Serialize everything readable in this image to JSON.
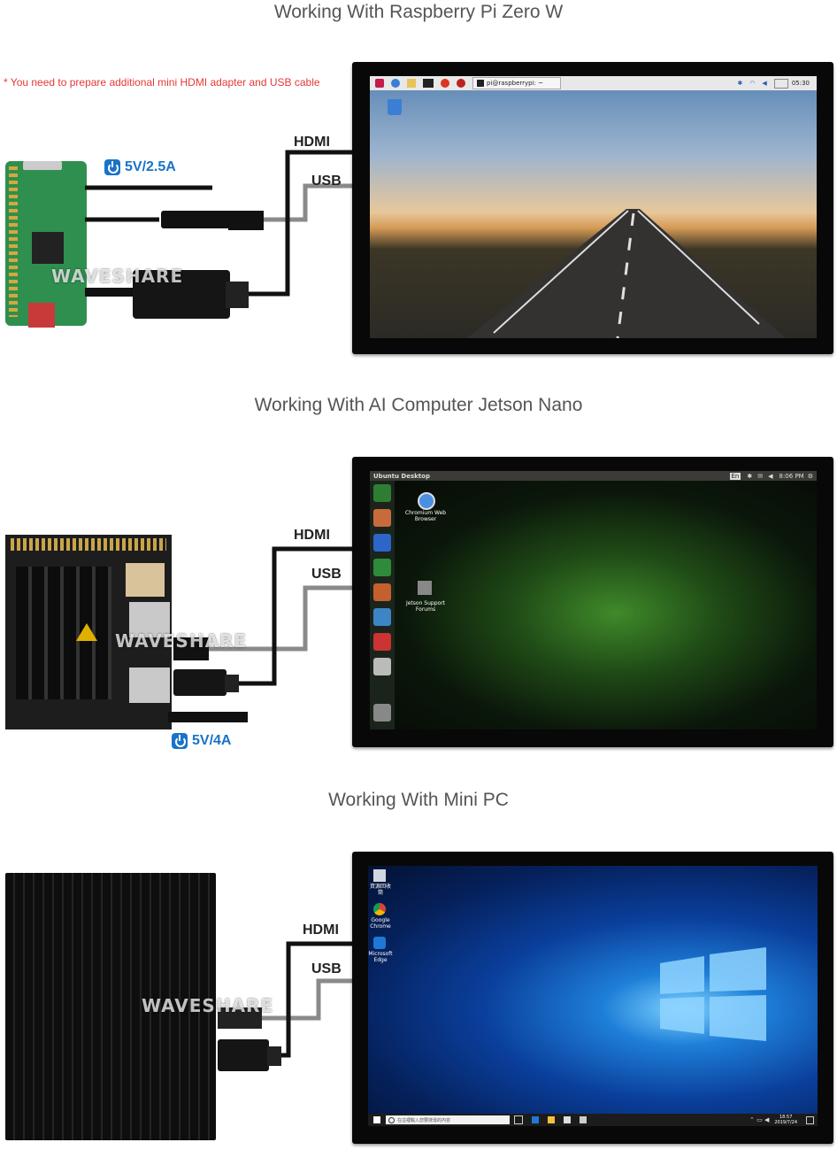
{
  "sections": [
    {
      "title": "Working With Raspberry Pi Zero W",
      "note": "* You need to prepare additional mini HDMI adapter and USB cable",
      "power": "5V/2.5A",
      "hdmi_label": "HDMI",
      "usb_label": "USB",
      "watermark": "WAVESHARE",
      "screen": {
        "terminal_text": "pi@raspberrypi: ~",
        "clock": "05:30"
      }
    },
    {
      "title": "Working With AI Computer Jetson Nano",
      "power": "5V/4A",
      "hdmi_label": "HDMI",
      "usb_label": "USB",
      "watermark": "WAVESHARE",
      "screen": {
        "topbar_title": "Ubuntu Desktop",
        "lang": "En",
        "clock": "8:06 PM",
        "desktop_icons": [
          "Chromium Web Browser",
          "Jetson Support Forums"
        ]
      }
    },
    {
      "title": "Working With Mini PC",
      "hdmi_label": "HDMI",
      "usb_label": "USB",
      "watermark": "WAVESHARE",
      "screen": {
        "desktop_icons": [
          "資源回收筒",
          "Google Chrome",
          "Microsoft Edge"
        ],
        "search_placeholder": "在這裡輸入您要搜尋的內容",
        "clock_time": "18:57",
        "clock_date": "2019/7/24"
      }
    }
  ],
  "colors": {
    "note_red": "#e53935",
    "power_blue": "#1a73c8",
    "title_gray": "#555555",
    "cable_black": "#111111",
    "cable_gray": "#8a8a8a"
  }
}
